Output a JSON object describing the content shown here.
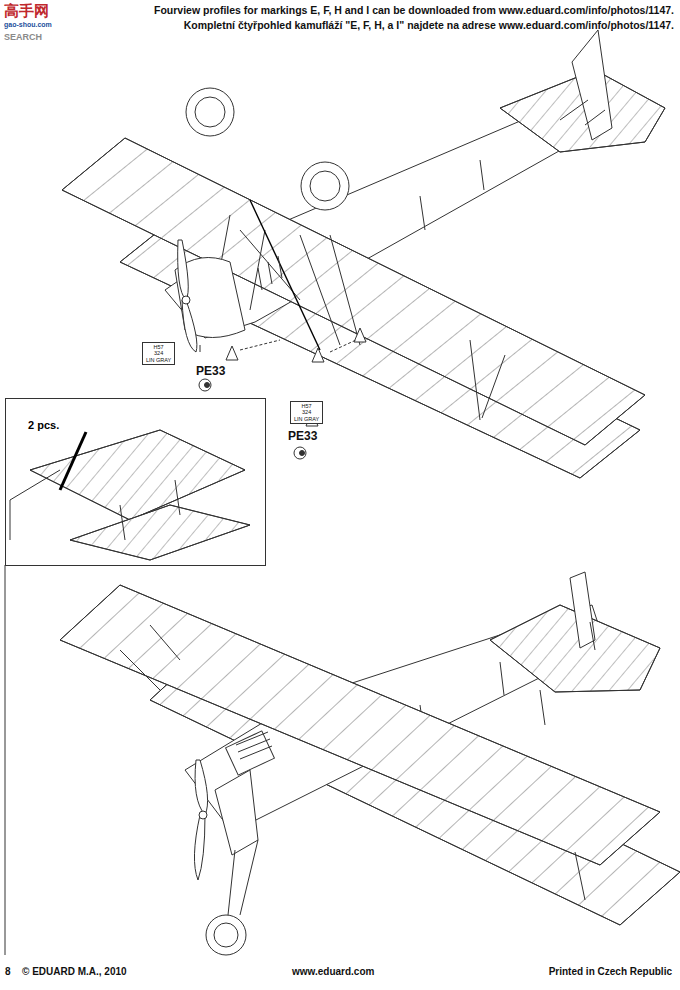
{
  "diagram": {
    "nodes": [
      {
        "text": [
          "2 pcs."
        ]
      },
      {
        "text": [
          "H57",
          "324",
          "LIN GRAY"
        ]
      },
      {
        "text": [
          "H57",
          "324",
          "LIN GRAY"
        ]
      }
    ],
    "labels": [
      "高手网",
      "gao-shou.com",
      "SEARCH",
      "Fourview profiles for markings E, F, H and I can be downloaded from www.eduard.com/info/photos/1147.",
      "Kompletní čtyřpohled kamufláží \"E, F, H, a I\" najdete na adrese  www.eduard.com/info/photos/1147.",
      "PE33",
      "PE33",
      "8",
      "© EDUARD M.A., 2010",
      "www.eduard.com",
      "Printed in Czech Republic"
    ]
  }
}
